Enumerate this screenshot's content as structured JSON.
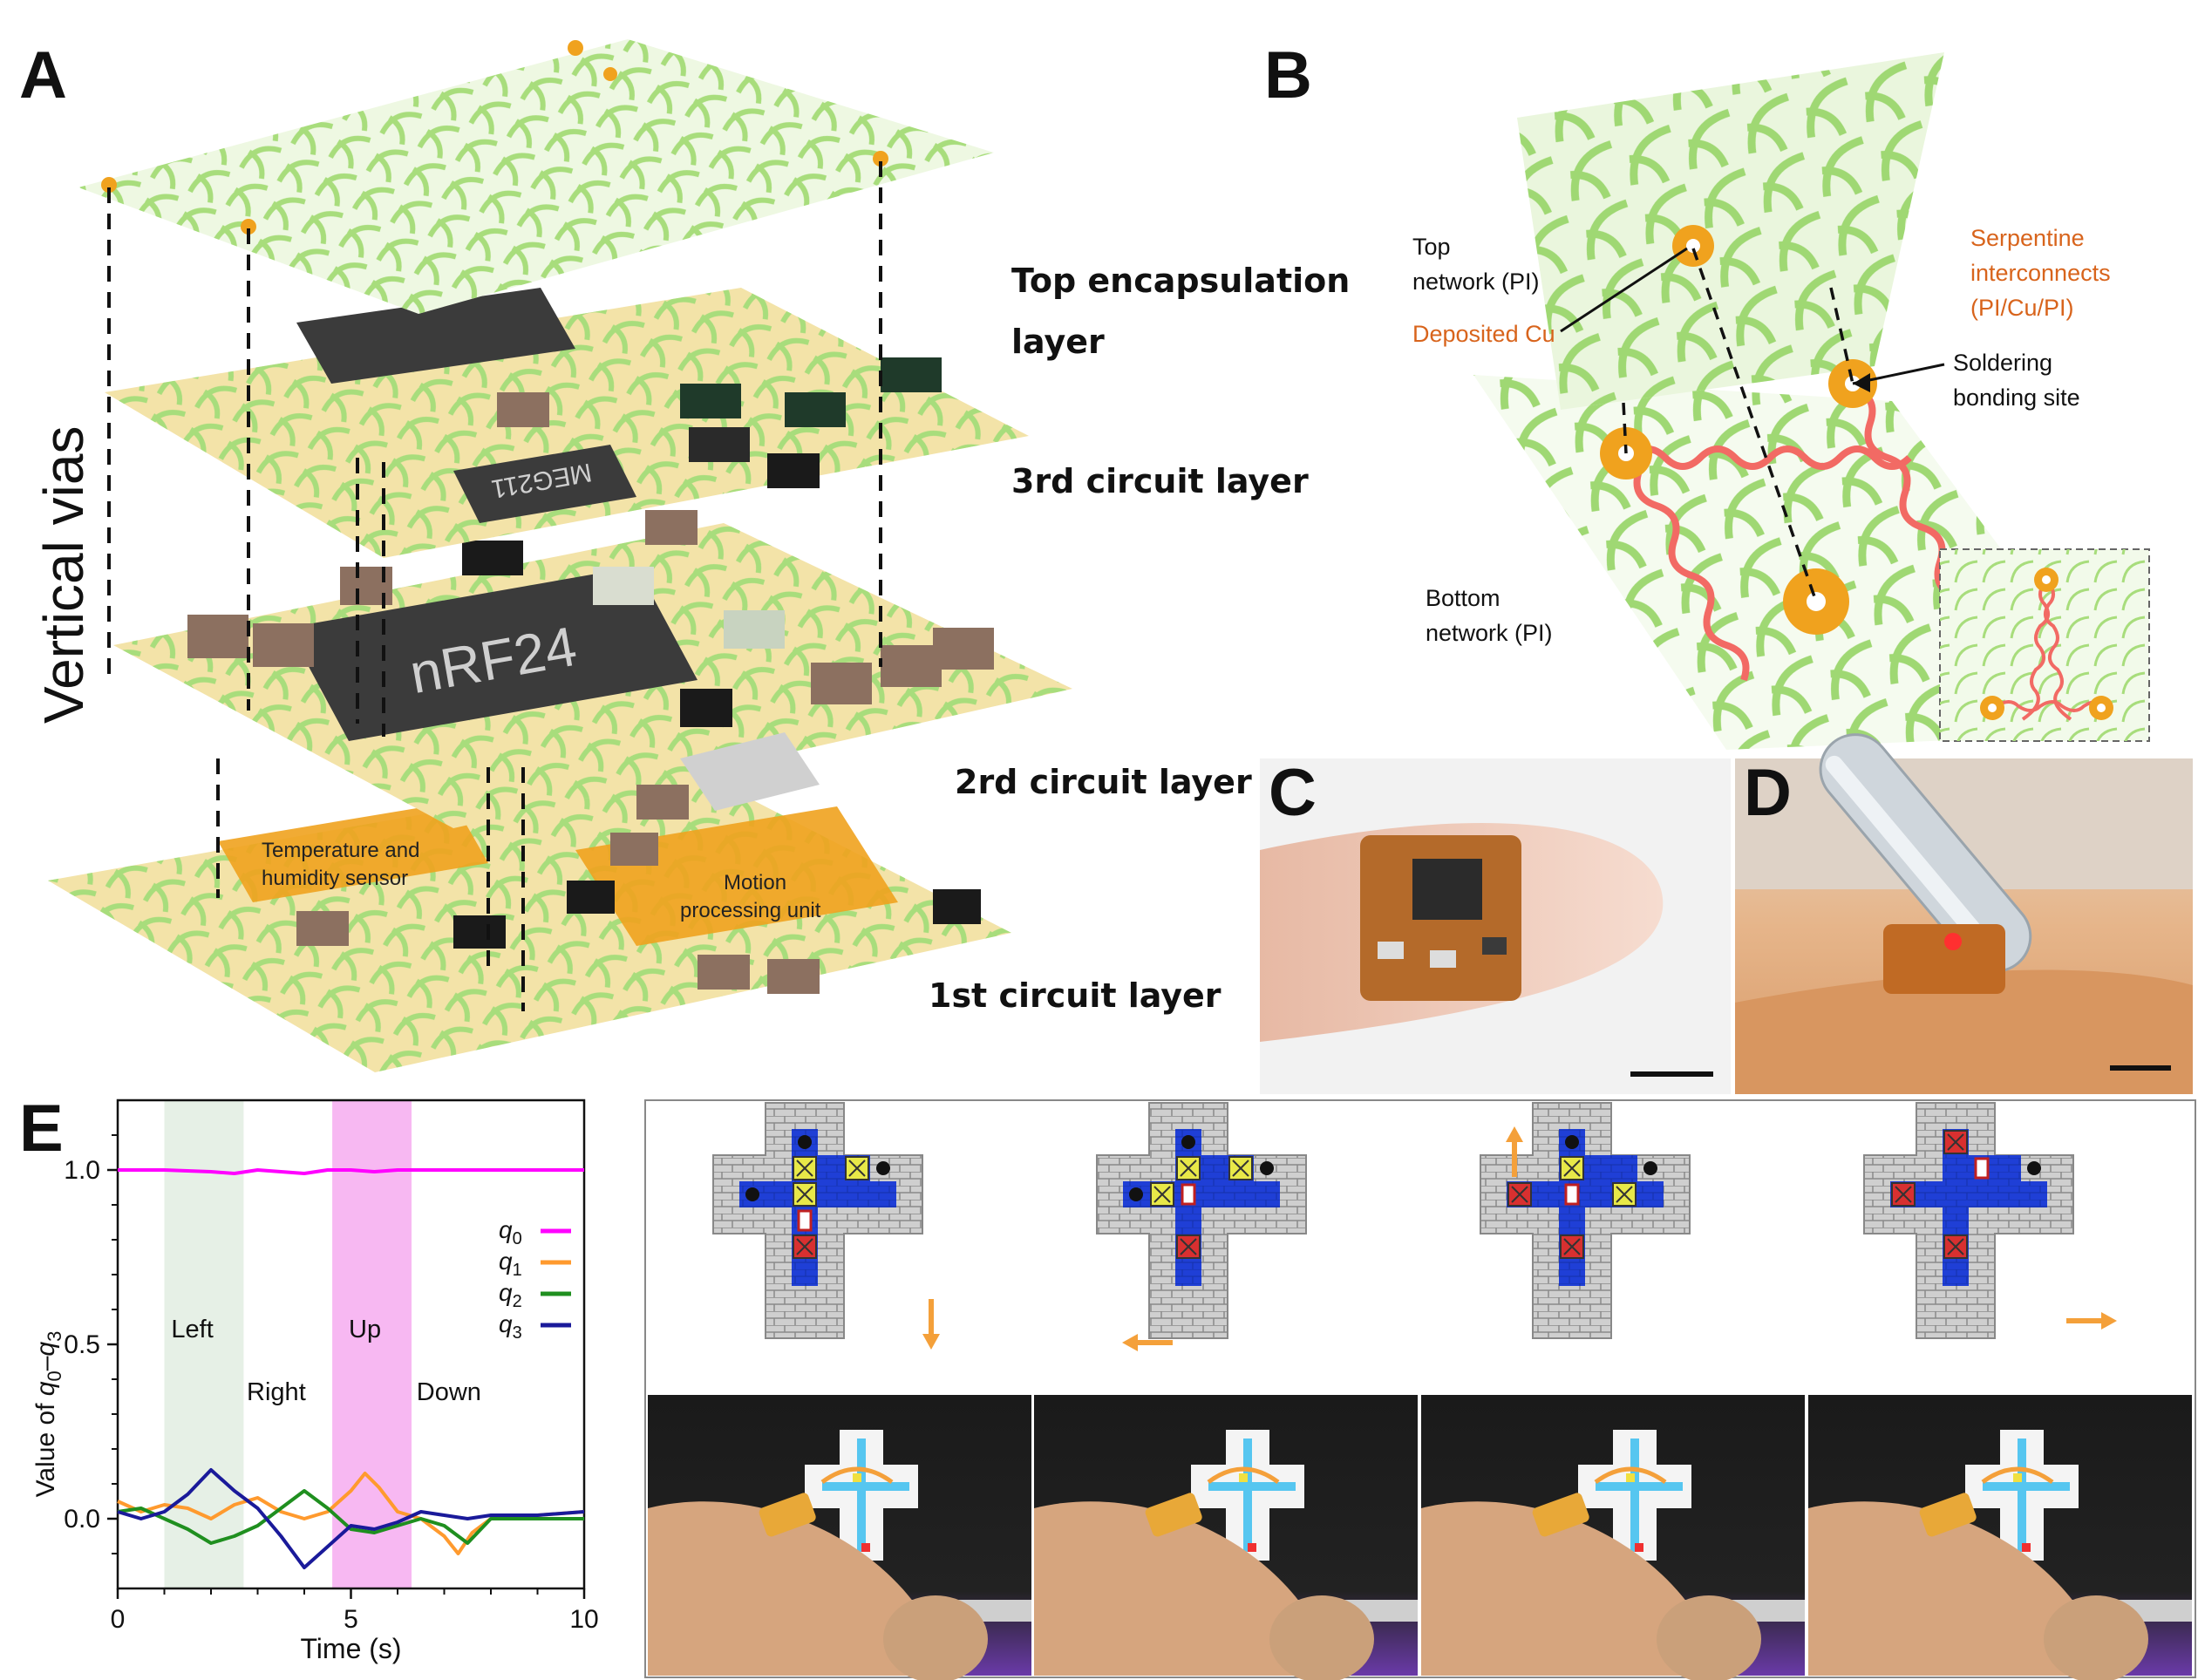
{
  "panels": {
    "a": {
      "letter": "A",
      "vertical_label": "Vertical vias",
      "layers": [
        "Top encapsulation",
        "layer",
        "3rd circuit layer",
        "2rd circuit layer",
        "1st circuit layer"
      ],
      "chips": {
        "top": "MEG211",
        "main": "nRF24"
      },
      "sensors": {
        "temp_line1": "Temperature and",
        "temp_line2": "humidity sensor",
        "motion_line1": "Motion",
        "motion_line2": "processing unit"
      }
    },
    "b": {
      "letter": "B",
      "top_network_1": "Top",
      "top_network_2": "network (PI)",
      "deposited_cu": "Deposited Cu",
      "serpentine_1": "Serpentine",
      "serpentine_2": "interconnects",
      "serpentine_3": "(PI/Cu/PI)",
      "soldering_1": "Soldering",
      "soldering_2": "bonding site",
      "bottom_network_1": "Bottom",
      "bottom_network_2": "network (PI)"
    },
    "c": {
      "letter": "C"
    },
    "d": {
      "letter": "D"
    },
    "e": {
      "letter": "E"
    }
  },
  "chart_data": {
    "type": "line",
    "xlabel": "Time (s)",
    "ylabel": "Value of q0–q3",
    "ylabel_parts": [
      "Value of ",
      "q",
      "0",
      "–",
      "q",
      "3"
    ],
    "xlim": [
      0,
      10
    ],
    "ylim": [
      -0.2,
      1.2
    ],
    "xticks": [
      0,
      5,
      10
    ],
    "yticks": [
      0.0,
      0.5,
      1.0
    ],
    "ytick_labels": [
      "0.0",
      "0.5",
      "1.0"
    ],
    "regions": [
      {
        "label": "Left",
        "x0": 1.0,
        "x1": 2.7,
        "color": "#e6f0e6"
      },
      {
        "label": "Right",
        "x0": null,
        "x1": null,
        "color": null
      },
      {
        "label": "Up",
        "x0": 4.6,
        "x1": 6.3,
        "color": "#f7b8f2"
      },
      {
        "label": "Down",
        "x0": null,
        "x1": null,
        "color": null
      }
    ],
    "series": [
      {
        "name": "q0",
        "color": "#ff00ff",
        "x": [
          0,
          1,
          2,
          2.5,
          3,
          3.5,
          4,
          4.5,
          5,
          5.5,
          6,
          6.5,
          7,
          8,
          9,
          10
        ],
        "y": [
          1.0,
          1.0,
          0.995,
          0.99,
          1.0,
          0.995,
          0.99,
          1.0,
          1.0,
          0.995,
          1.0,
          1.0,
          1.0,
          1.0,
          1.0,
          1.0
        ]
      },
      {
        "name": "q1",
        "color": "#ff9a2e",
        "x": [
          0,
          0.5,
          1,
          1.5,
          2,
          2.5,
          3,
          3.5,
          4,
          4.5,
          5,
          5.3,
          5.6,
          6,
          6.5,
          7,
          7.3,
          7.6,
          8,
          9,
          10
        ],
        "y": [
          0.05,
          0.02,
          0.04,
          0.03,
          0.0,
          0.04,
          0.06,
          0.02,
          0.0,
          0.02,
          0.08,
          0.13,
          0.09,
          0.02,
          0.0,
          -0.05,
          -0.1,
          -0.04,
          0.0,
          0.01,
          0.02
        ]
      },
      {
        "name": "q2",
        "color": "#1f8f1f",
        "x": [
          0,
          0.5,
          1,
          1.5,
          2,
          2.5,
          3,
          3.5,
          4,
          4.5,
          5,
          5.5,
          6,
          6.5,
          7,
          7.5,
          8,
          9,
          10
        ],
        "y": [
          0.02,
          0.03,
          0.0,
          -0.03,
          -0.07,
          -0.05,
          -0.02,
          0.03,
          0.08,
          0.03,
          -0.03,
          -0.04,
          -0.02,
          0.0,
          -0.02,
          -0.07,
          0.0,
          0.0,
          0.0
        ]
      },
      {
        "name": "q3",
        "color": "#1a1a9a",
        "x": [
          0,
          0.5,
          1,
          1.5,
          2,
          2.5,
          3,
          3.5,
          4,
          4.5,
          5,
          5.5,
          6,
          6.5,
          7,
          7.5,
          8,
          9,
          10
        ],
        "y": [
          0.02,
          0.0,
          0.02,
          0.07,
          0.14,
          0.08,
          0.03,
          -0.05,
          -0.14,
          -0.08,
          -0.02,
          -0.03,
          -0.01,
          0.02,
          0.01,
          0.0,
          0.01,
          0.01,
          0.02
        ]
      }
    ],
    "legend_placement": "right",
    "series_labels": [
      [
        "q",
        "0"
      ],
      [
        "q",
        "1"
      ],
      [
        "q",
        "2"
      ],
      [
        "q",
        "3"
      ]
    ]
  },
  "colors": {
    "mesh": "#a8dd7c",
    "mesh_dark": "#8fcf62",
    "copper": "#f0a21e",
    "chip": "#3a3a3a",
    "blue": "#1f3fd6",
    "brick": "#c8c8c8",
    "arrow": "#f4a03a"
  }
}
